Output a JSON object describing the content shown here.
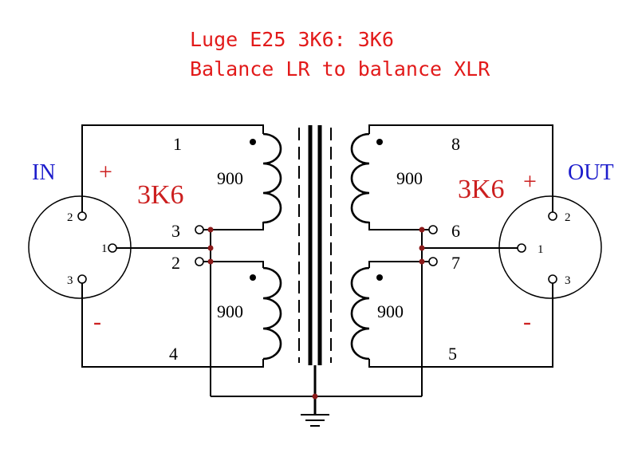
{
  "title": {
    "line1": "Luge E25 3K6: 3K6",
    "line2": "Balance LR to balance XLR",
    "color": "#e21a1a"
  },
  "colors": {
    "label_red": "#cc1f1f",
    "io_blue": "#1d1dcc",
    "junction": "#8b1a1a"
  },
  "input": {
    "label": "IN",
    "plus": "+",
    "minus": "-",
    "impedance": "3K6",
    "pins": [
      "1",
      "2",
      "3"
    ]
  },
  "output": {
    "label": "OUT",
    "plus": "+",
    "minus": "-",
    "impedance": "3K6",
    "pins": [
      "1",
      "2",
      "3"
    ]
  },
  "primary": {
    "upper_winding": "900",
    "lower_winding": "900",
    "terminals": [
      "1",
      "2",
      "3",
      "4"
    ]
  },
  "secondary": {
    "upper_winding": "900",
    "lower_winding": "900",
    "terminals": [
      "5",
      "6",
      "7",
      "8"
    ]
  }
}
